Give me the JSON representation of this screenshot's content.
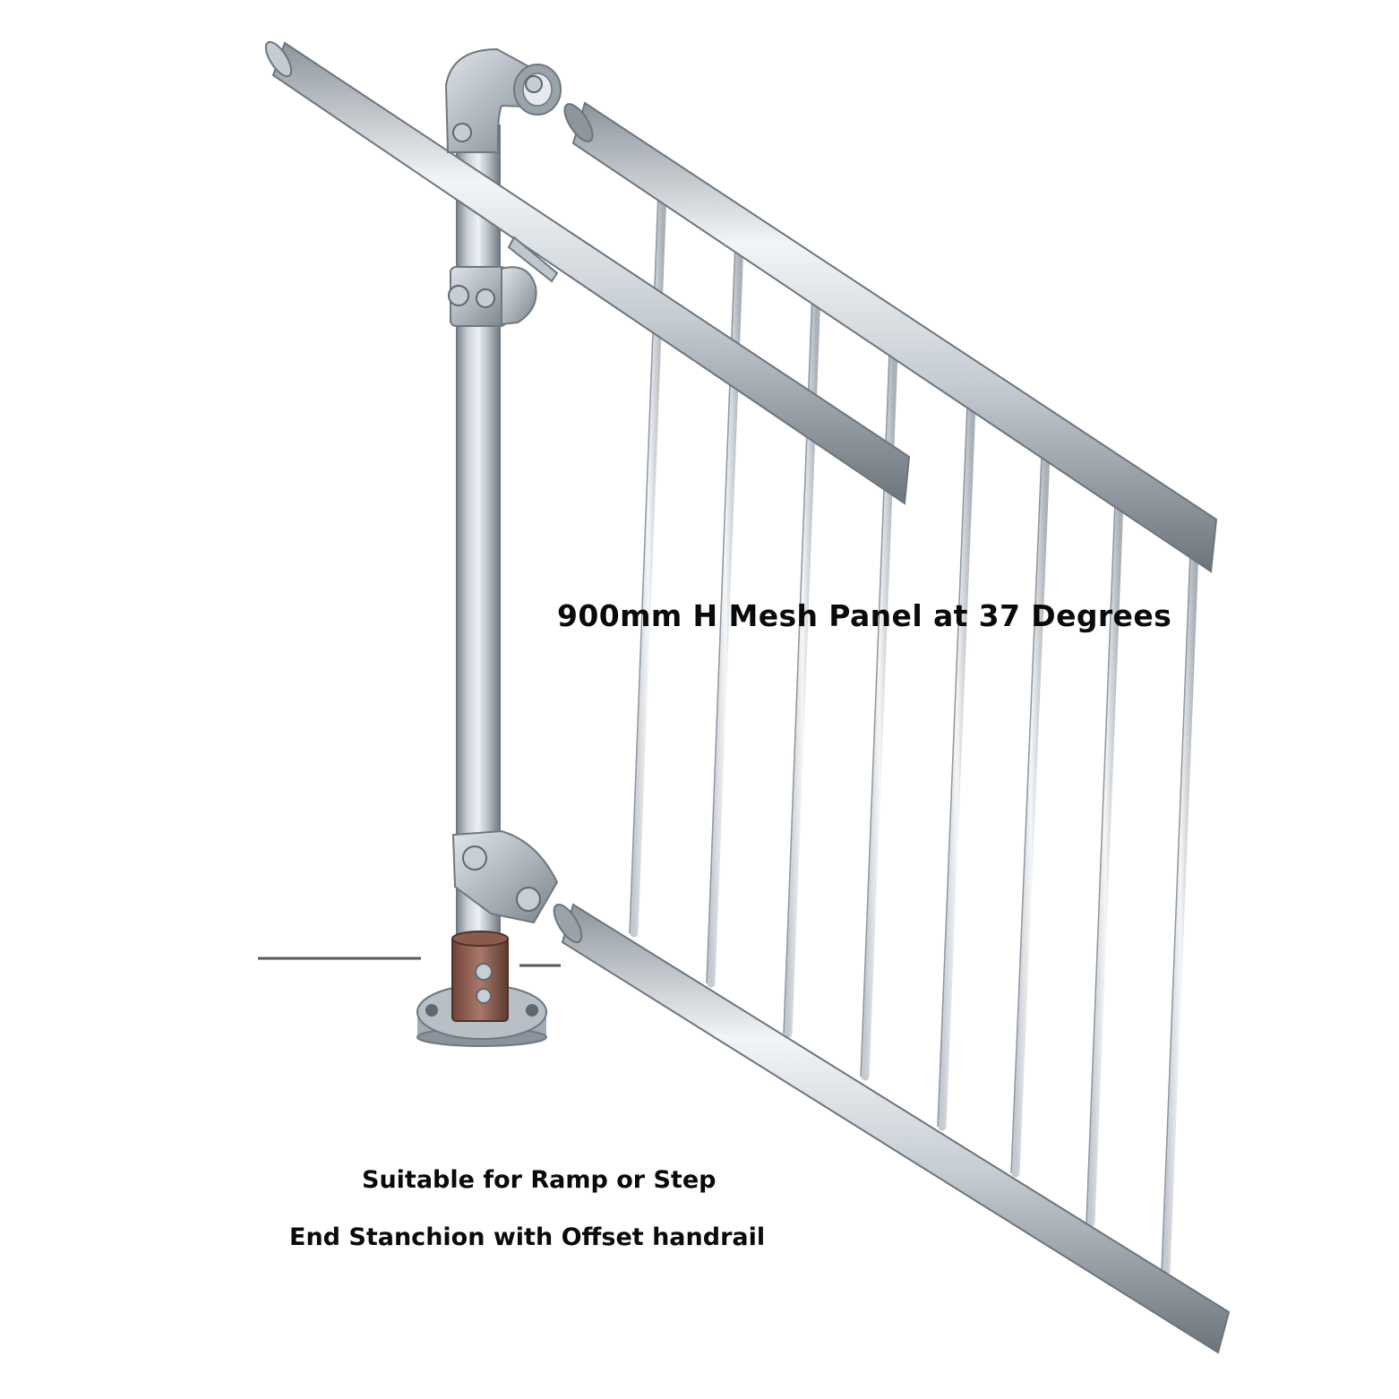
{
  "captions": {
    "panel": "900mm H Mesh Panel at 37 Degrees",
    "suitable": "Suitable for Ramp or Step",
    "stanchion": "End Stanchion with Offset handrail"
  },
  "product": {
    "components": [
      "handrail-tube",
      "upright-post",
      "elbow-fitting",
      "offset-bracket-fitting",
      "adjustable-swivel-fitting",
      "base-flange-fitting",
      "mesh-panel-top-rail",
      "mesh-panel-bottom-rail",
      "mesh-panel-infill-bars"
    ],
    "colors": {
      "galvanized_light": "#e6eaee",
      "galvanized_mid": "#b7bfc7",
      "galvanized_dark": "#6f7780",
      "base_collar": "#8a5a4a",
      "caption_text": "#0a0a0a",
      "background": "#ffffff"
    }
  }
}
